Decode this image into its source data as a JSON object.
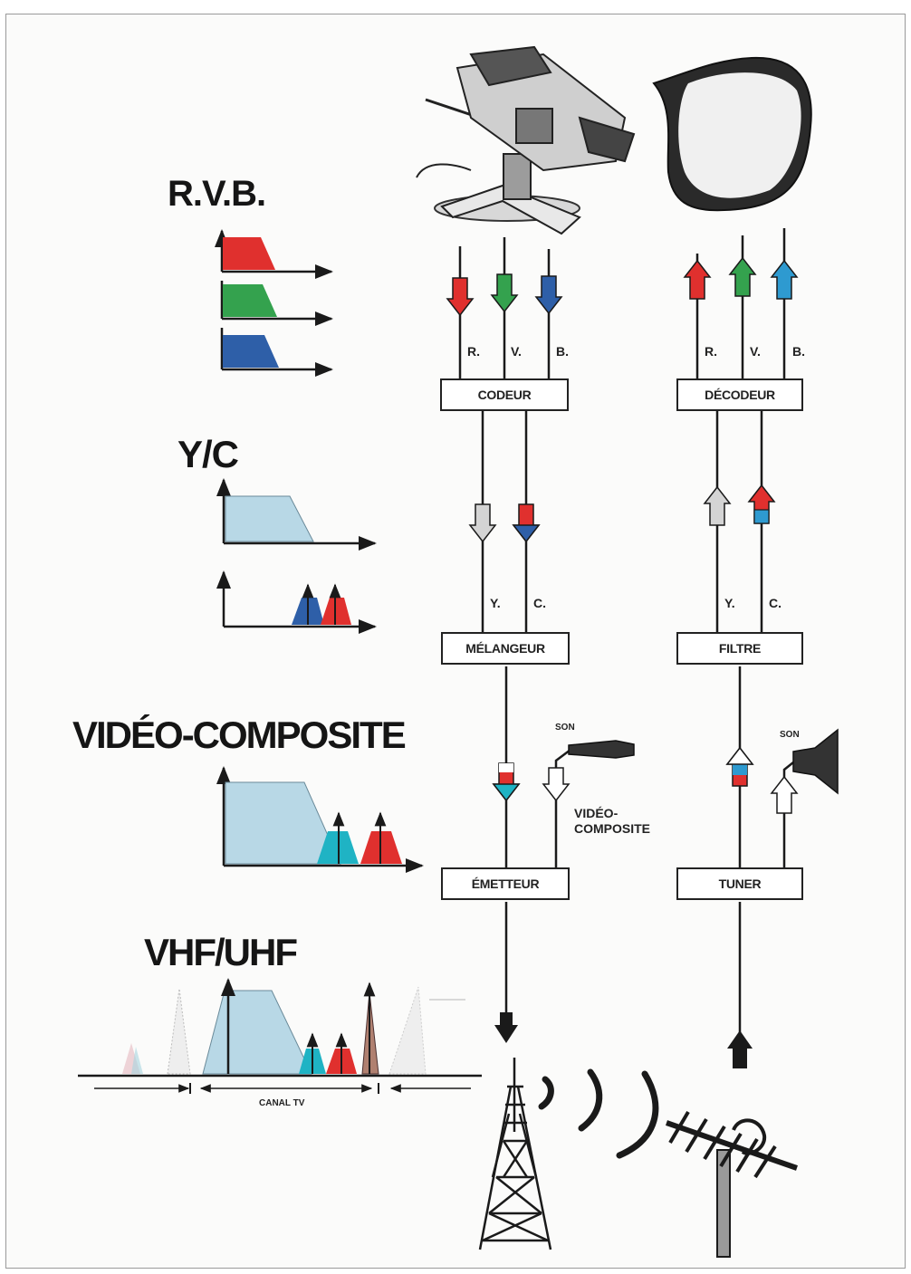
{
  "sections": {
    "rvb": "R.V.B.",
    "yc": "Y/C",
    "video_composite": "VIDÉO-COMPOSITE",
    "vhf_uhf": "VHF/UHF"
  },
  "boxes": {
    "codeur": "CODEUR",
    "decodeur": "DÉCODEUR",
    "melangeur": "MÉLANGEUR",
    "filtre": "FILTRE",
    "emetteur": "ÉMETTEUR",
    "tuner": "TUNER"
  },
  "signal_labels": {
    "r": "R.",
    "v": "V.",
    "b": "B.",
    "y": "Y.",
    "c": "C."
  },
  "audio": {
    "son_left": "SON",
    "son_right": "SON",
    "video_composite_line1": "VIDÉO-",
    "video_composite_line2": "COMPOSITE"
  },
  "canal_tv": "CANAL TV",
  "colors": {
    "red": "#e0302e",
    "green": "#34a24e",
    "blue": "#2e5fa8",
    "light_blue": "#a9cfe0",
    "cyan": "#1fb3c4",
    "dark": "#1a1a1a"
  }
}
